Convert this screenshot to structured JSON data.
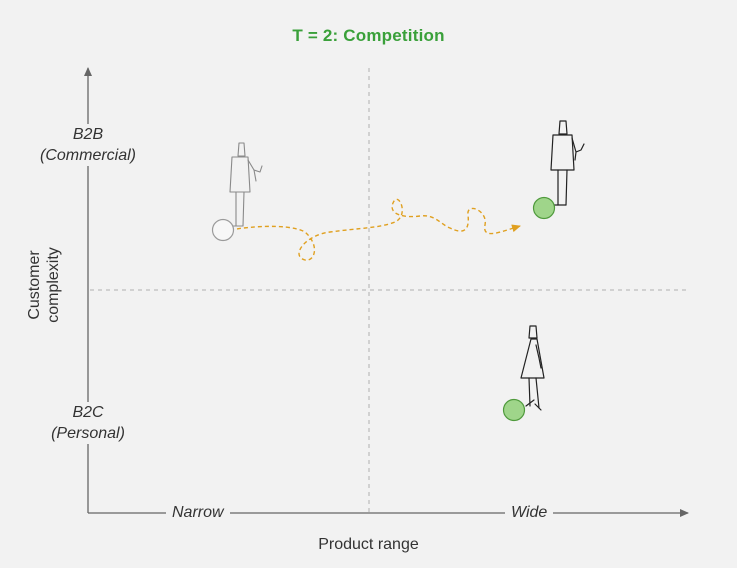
{
  "title": "T = 2: Competition",
  "colors": {
    "title": "#3aa03a",
    "path": "#e0a020",
    "dot_green": "#9fd58a",
    "dot_empty": "#f7f7f7"
  },
  "y_axis": {
    "label_line1": "Customer",
    "label_line2": "complexity",
    "top_line1": "B2B",
    "top_line2": "(Commercial)",
    "bottom_line1": "B2C",
    "bottom_line2": "(Personal)"
  },
  "x_axis": {
    "label": "Product range",
    "left": "Narrow",
    "right": "Wide"
  },
  "figures": [
    {
      "name": "start-figure",
      "style": "faded"
    },
    {
      "name": "b2b-wide-figure",
      "style": "dark"
    },
    {
      "name": "b2c-wide-figure",
      "style": "dark"
    }
  ],
  "dots": [
    {
      "name": "start-dot",
      "fill": "empty"
    },
    {
      "name": "b2b-wide-dot",
      "fill": "green"
    },
    {
      "name": "b2c-wide-dot",
      "fill": "green"
    }
  ]
}
